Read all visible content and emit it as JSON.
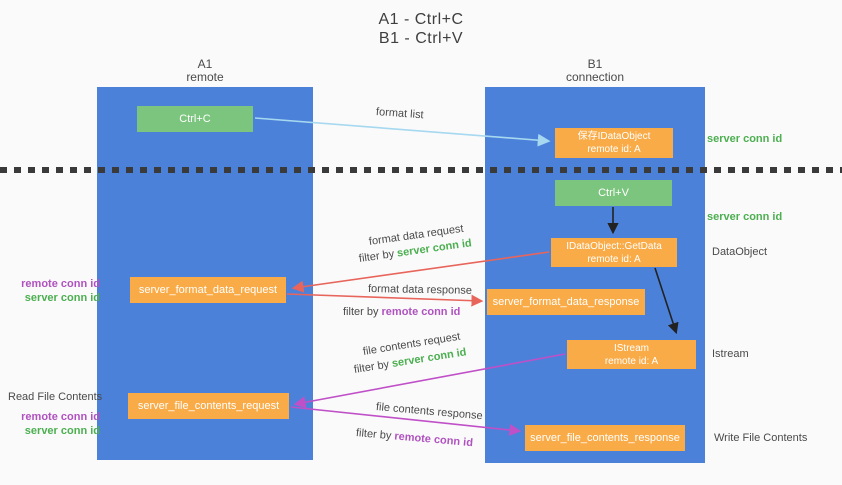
{
  "title": {
    "line1": "A1 - Ctrl+C",
    "line2": "B1 - Ctrl+V"
  },
  "lanes": {
    "left": {
      "name": "A1",
      "role": "remote"
    },
    "right": {
      "name": "B1",
      "role": "connection"
    }
  },
  "nodes": {
    "ctrl_c": {
      "label": "Ctrl+C"
    },
    "save_idataobject": {
      "line1": "保存IDataObject",
      "line2": "remote id: A"
    },
    "ctrl_v": {
      "label": "Ctrl+V"
    },
    "getdata": {
      "line1": "IDataObject::GetData",
      "line2": "remote id: A"
    },
    "server_format_data_request": {
      "label": "server_format_data_request"
    },
    "server_format_data_response": {
      "label": "server_format_data_response"
    },
    "istream": {
      "line1": "IStream",
      "line2": "remote id: A"
    },
    "server_file_contents_request": {
      "label": "server_file_contents_request"
    },
    "server_file_contents_response": {
      "label": "server_file_contents_response"
    }
  },
  "annotations": {
    "server_conn_id_top": "server conn id",
    "server_conn_id_mid": "server conn id",
    "dataobject": "DataObject",
    "istream": "Istream",
    "write_file_contents": "Write File Contents",
    "read_file_contents": "Read File Contents",
    "req1_remote_conn_id": "remote conn id",
    "req1_server_conn_id": "server conn id",
    "req2_remote_conn_id": "remote conn id",
    "req2_server_conn_id": "server conn id"
  },
  "flows": {
    "format_list": {
      "label": "format list"
    },
    "format_data_request": {
      "label": "format data request",
      "filter_prefix": "filter by ",
      "filter_value": "server conn id"
    },
    "format_data_response": {
      "label": "format data response",
      "filter_prefix": "filter by ",
      "filter_value": "remote conn id"
    },
    "file_contents_request": {
      "label": "file contents request",
      "filter_prefix": "filter by ",
      "filter_value": "server conn id"
    },
    "file_contents_response": {
      "label": "file contents response",
      "filter_prefix": "filter by ",
      "filter_value": "remote conn id"
    }
  },
  "colors": {
    "lane_blue": "#4c81da",
    "node_green": "#7cc57e",
    "node_orange": "#f9ab47",
    "label_green": "#4caf50",
    "label_purple": "#b052c0",
    "arrow_light_blue": "#a6d8f0",
    "arrow_red": "#e8655c",
    "arrow_magenta": "#c050c8",
    "arrow_black": "#222222",
    "divider_black": "#3a3a3a"
  }
}
